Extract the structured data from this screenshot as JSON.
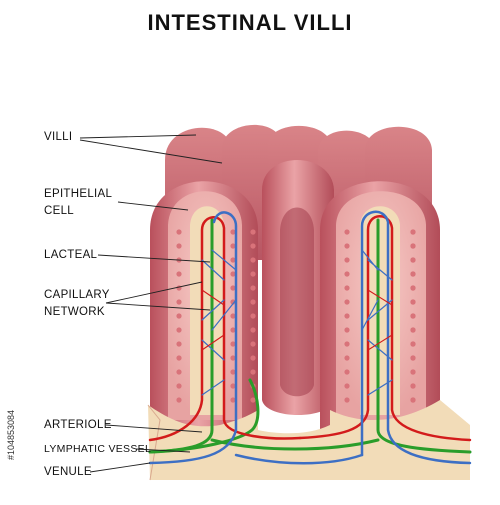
{
  "title": "INTESTINAL VILLI",
  "labels": {
    "villi": "VILLI",
    "epithelial_1": "EPITHELIAL",
    "epithelial_2": "CELL",
    "lacteal": "LACTEAL",
    "capillary_1": "CAPILLARY",
    "capillary_2": "NETWORK",
    "arteriole": "ARTERIOLE",
    "lymphatic": "LYMPHATIC VESSEL",
    "venule": "VENULE"
  },
  "stock_id": "#104853084",
  "colors": {
    "tissue": "#c9626e",
    "tissue_light": "#e8a0a2",
    "cell": "#f0b7b4",
    "nucleus": "#d9737a",
    "stroma": "#f2dcb8",
    "artery": "#d31b1b",
    "vein": "#3d6fc4",
    "lymph": "#2a9d2a"
  }
}
